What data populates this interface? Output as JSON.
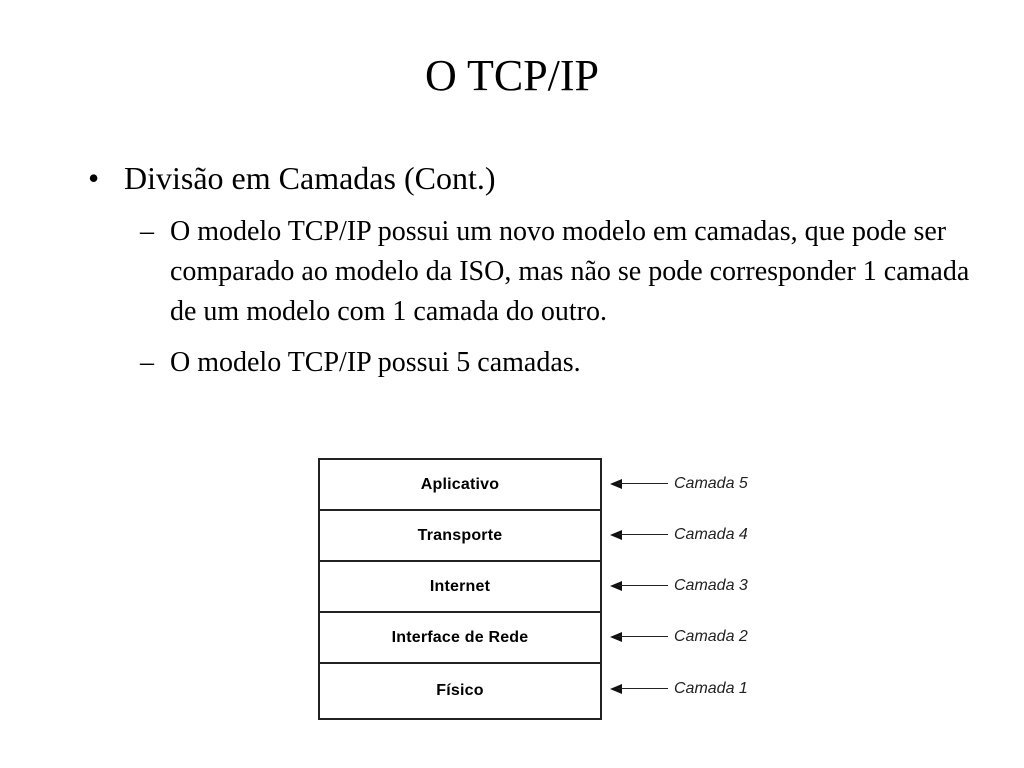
{
  "slide": {
    "title": "O TCP/IP",
    "bullet": {
      "mark": "•",
      "text": "Divisão em Camadas (Cont.)"
    },
    "sub_items": [
      {
        "dash": "–",
        "text": "O modelo TCP/IP possui um novo modelo em camadas, que pode ser comparado ao modelo da ISO, mas não se pode corresponder 1 camada de um modelo com 1 camada do outro."
      },
      {
        "dash": "–",
        "text": "O modelo TCP/IP possui 5 camadas."
      }
    ]
  },
  "diagram": {
    "layers": [
      {
        "name": "Aplicativo",
        "label": "Camada 5"
      },
      {
        "name": "Transporte",
        "label": "Camada 4"
      },
      {
        "name": "Internet",
        "label": "Camada 3"
      },
      {
        "name": "Interface de Rede",
        "label": "Camada 2"
      },
      {
        "name": "Físico",
        "label": "Camada 1"
      }
    ]
  }
}
